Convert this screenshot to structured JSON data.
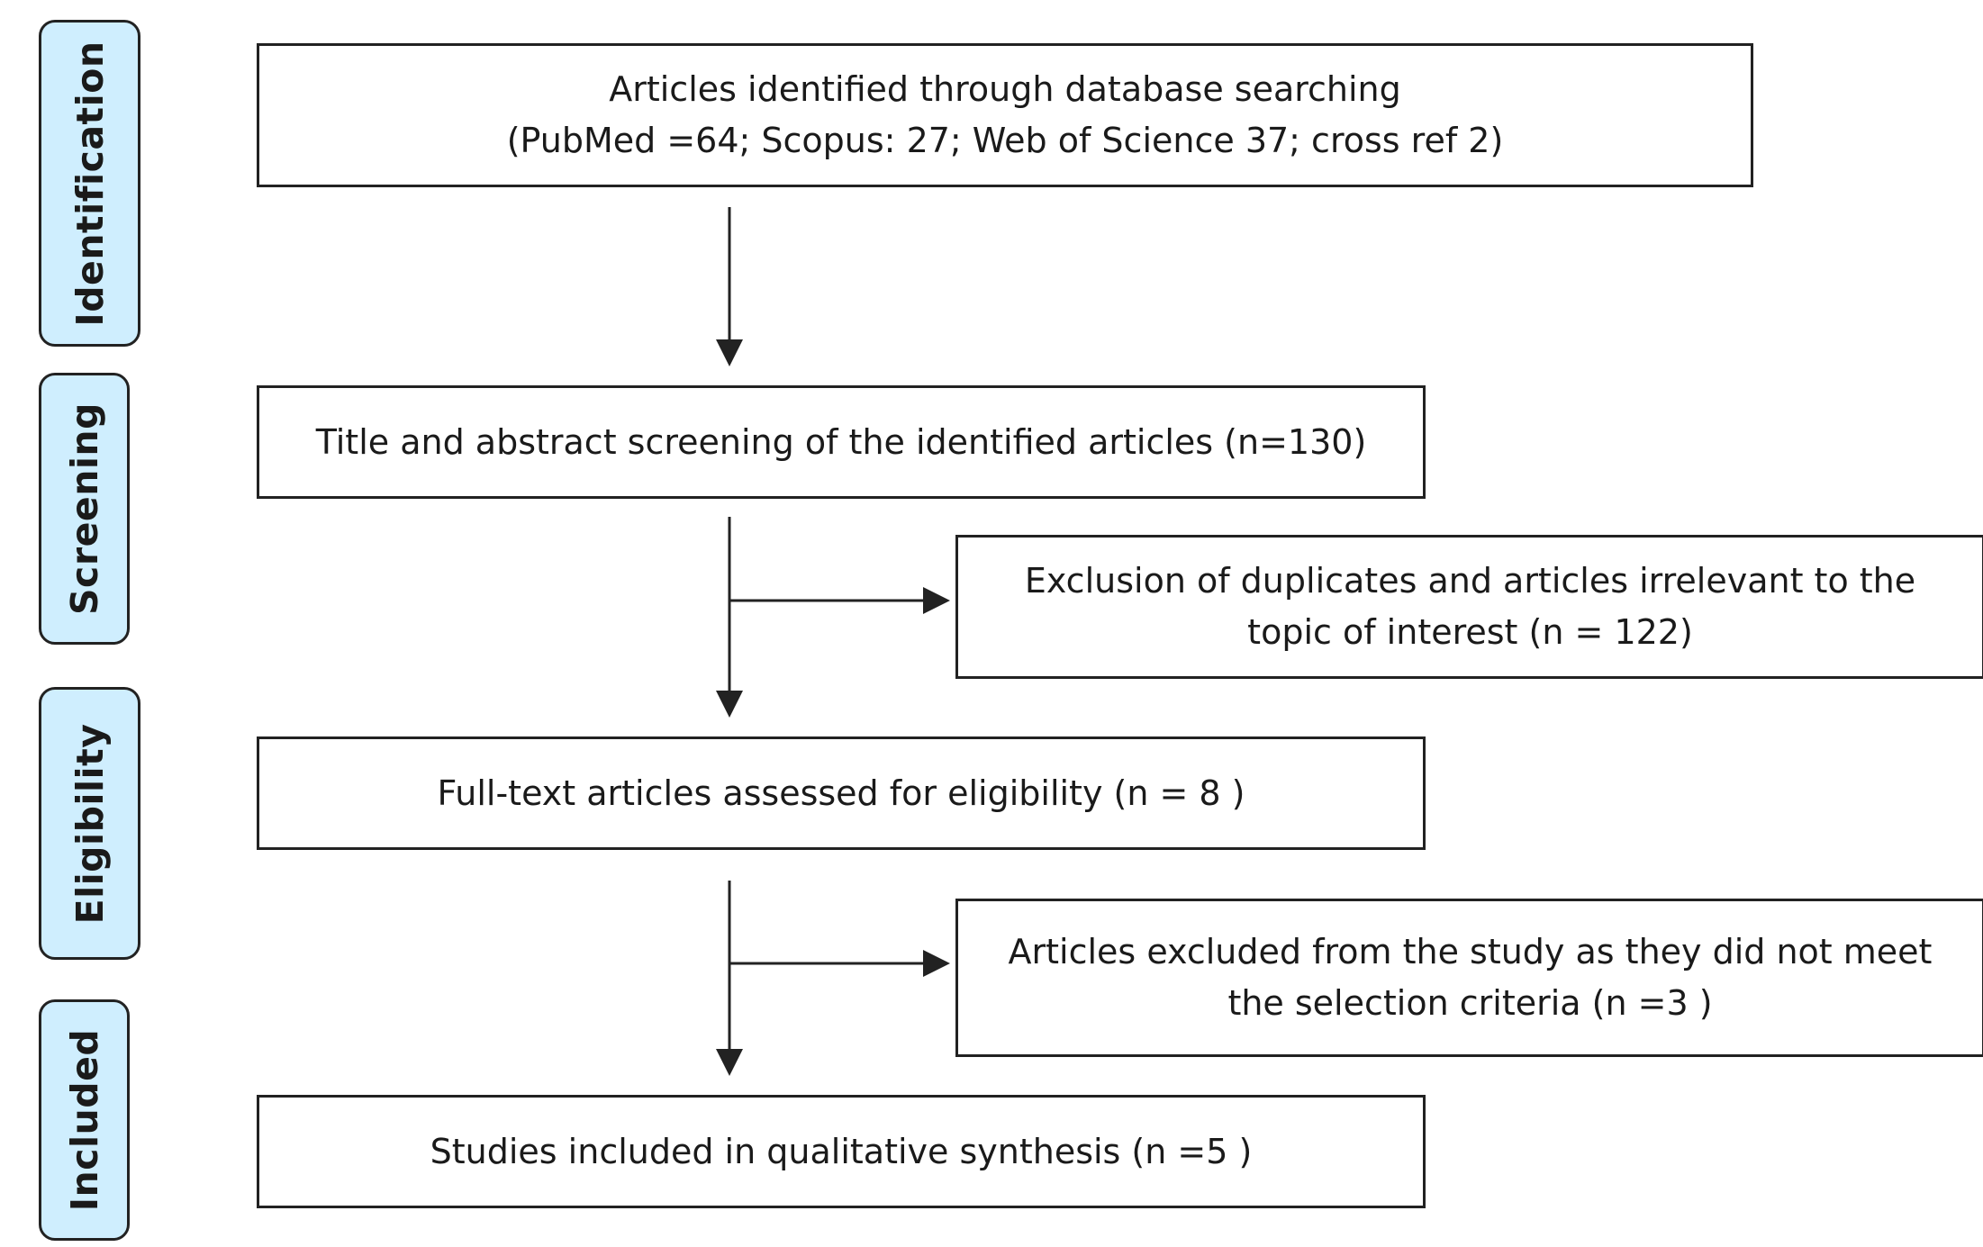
{
  "stages": {
    "identification": "Identification",
    "screening": "Screening",
    "eligibility": "Eligibility",
    "included": "Included"
  },
  "boxes": {
    "identified": {
      "line1": "Articles identified through database searching",
      "line2": "(PubMed =64; Scopus: 27; Web of Science 37;  cross ref 2)"
    },
    "screening": {
      "line1": "Title and abstract screening of the identified articles (n=130)"
    },
    "excluded_duplicates": {
      "line1": "Exclusion of duplicates and articles irrelevant to the",
      "line2": "topic of interest (n = 122)"
    },
    "eligibility": {
      "line1": "Full-text articles assessed for eligibility (n = 8 )"
    },
    "excluded_criteria": {
      "line1": "Articles excluded from the study as they did not meet",
      "line2": "the selection criteria (n =3 )"
    },
    "included": {
      "line1": "Studies included in qualitative synthesis (n =5 )"
    }
  },
  "colors": {
    "stage_fill": "#cfeefe",
    "stroke": "#222222"
  }
}
